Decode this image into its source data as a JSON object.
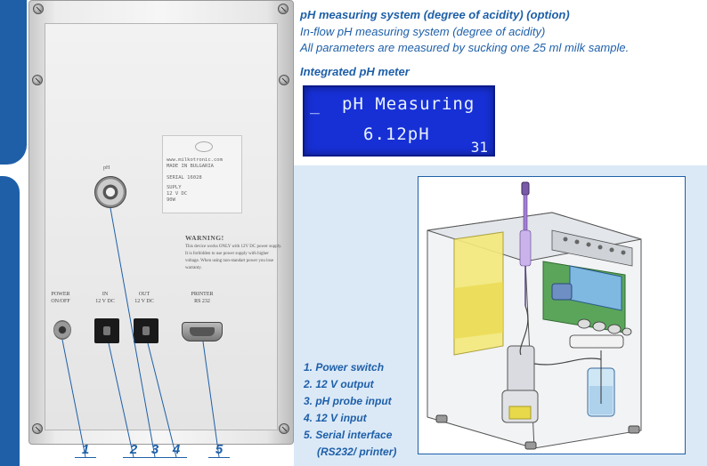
{
  "header": {
    "headline": "pH measuring system (degree of acidity) (option)",
    "line2": "In-flow pH measuring system (degree of acidity)",
    "line3": "All parameters are measured by sucking one 25 ml milk sample.",
    "subhead": "Integrated  pH meter"
  },
  "lcd": {
    "cursor": "_",
    "line1": "pH Measuring",
    "line2": "6.12pH",
    "counter": "31"
  },
  "device": {
    "ph_port_label": "pH",
    "label_plate": [
      "www.milkotronic.com",
      "MADE IN BULGARIA",
      "SERIAL    16028",
      "SUPLY",
      "12 V DC",
      "90W"
    ],
    "warning_title": "WARNING!",
    "warning_body": "This device works ONLY with 12V DC power supply.  It is forbidden to use power supply with higher voltage.  When using non-standart power you lose warranty.",
    "power_label_1": "POWER",
    "power_label_2": "ON/OFF",
    "in_label_1": "IN",
    "in_label_2": "12 V DC",
    "out_label_1": "OUT",
    "out_label_2": "12 V DC",
    "printer_label_1": "PRINTER",
    "printer_label_2": "RS 232"
  },
  "numbers": [
    "1",
    "2",
    "3",
    "4",
    "5"
  ],
  "legend": [
    "1. Power switch",
    "2. 12 V output",
    "3. pH probe input",
    "4. 12 V input",
    "5. Serial interface",
    "(RS232/ printer)"
  ],
  "colors": {
    "brand_blue": "#1e5fa8",
    "light_blue_bg": "#dbe9f7",
    "lcd_blue": "#1730d6"
  }
}
